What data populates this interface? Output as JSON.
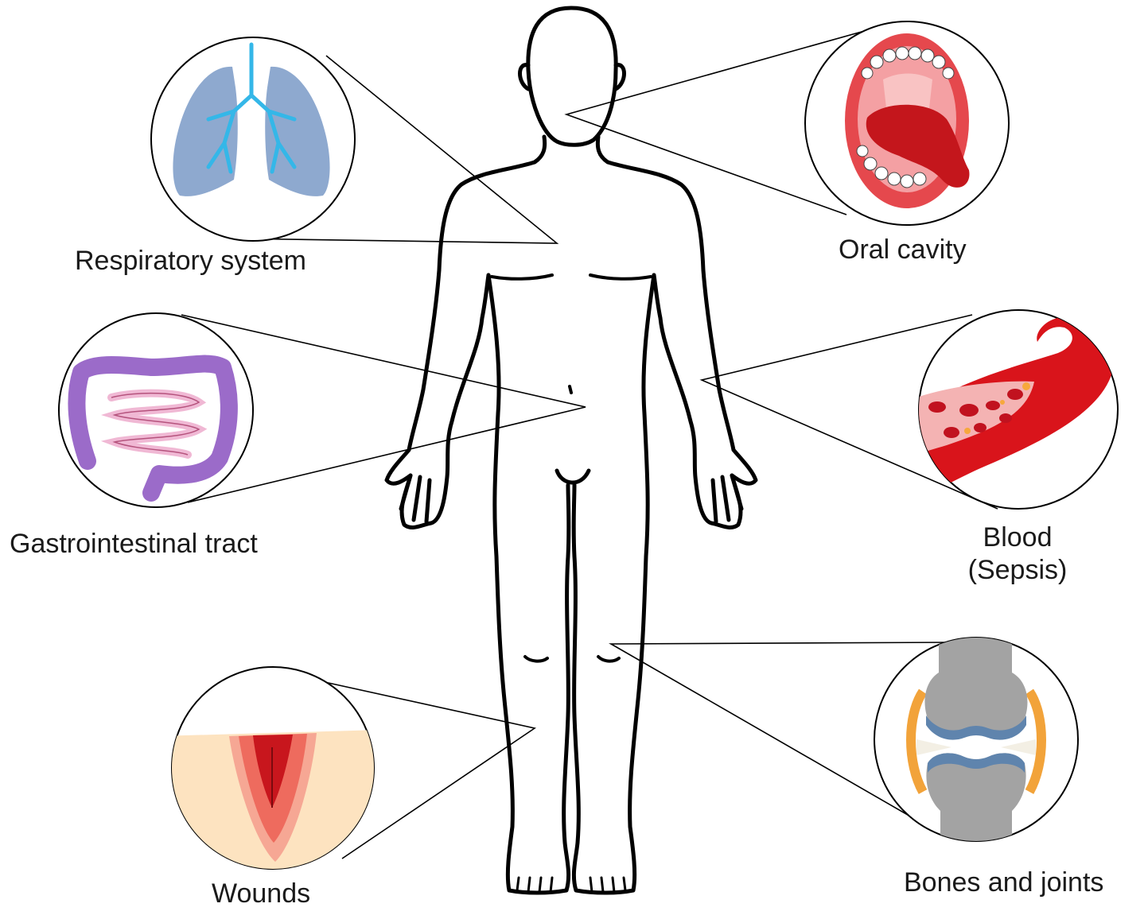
{
  "labels": {
    "respiratory": "Respiratory system",
    "oral": "Oral cavity",
    "gastrointestinal": "Gastrointestinal tract",
    "blood_line1": "Blood",
    "blood_line2": "(Sepsis)",
    "wounds": "Wounds",
    "bones": "Bones and joints"
  },
  "colors": {
    "outline": "#000000",
    "lung": "#8ea9cf",
    "airway": "#34b7e8",
    "mouth_lip": "#e5484d",
    "mouth_inner": "#f4a0a3",
    "tongue": "#c4161c",
    "teeth": "#ffffff",
    "colon": "#9b6bc9",
    "small_intestine": "#f0b8d4",
    "vessel": "#d9141b",
    "plasma": "#f4b3b3",
    "rbc": "#c1121f",
    "platelet": "#f7a83c",
    "skin": "#fde3c0",
    "wound_dark": "#c8161d",
    "wound_mid": "#ee6b5e",
    "wound_light": "#f6a794",
    "bone": "#a3a3a3",
    "cartilage": "#5f84ad",
    "capsule": "#f2a33a"
  }
}
